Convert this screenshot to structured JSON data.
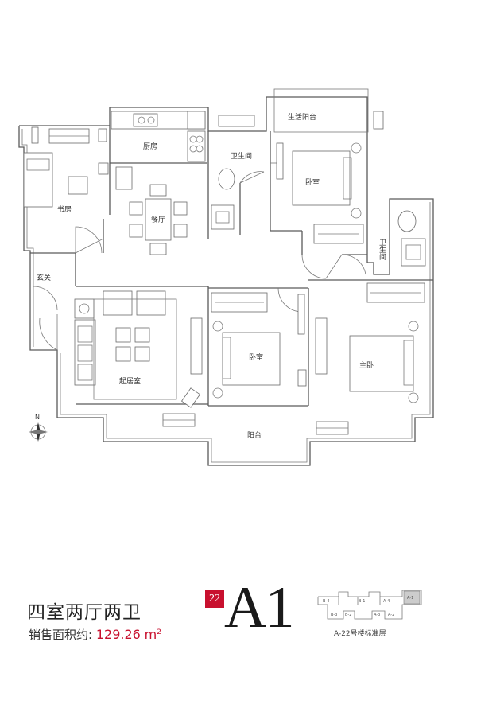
{
  "rooms": {
    "kitchen": "厨房",
    "bathroom_1": "卫生间",
    "service_balcony": "生活阳台",
    "study": "书房",
    "bedroom_north": "卧室",
    "dining": "餐厅",
    "bathroom_2": "卫生间",
    "entry": "玄关",
    "living": "起居室",
    "bedroom_south": "卧室",
    "master_bedroom": "主卧",
    "balcony": "阳台"
  },
  "compass": {
    "label": "N"
  },
  "unit": {
    "layout": "四室两厅两卫",
    "area_label": "销售面积约:",
    "area_value": "129.26",
    "area_unit": "m",
    "area_sup": "2",
    "building_badge": "22",
    "type_code": "A1"
  },
  "key_plan": {
    "units": [
      "B-4",
      "B-1",
      "A-4",
      "A-1",
      "B-3",
      "B-2",
      "A-3",
      "A-2"
    ],
    "highlight": "A-1",
    "caption": "A-22号楼标准层"
  },
  "colors": {
    "accent": "#c8102e",
    "wall": "#5a5a5a"
  }
}
